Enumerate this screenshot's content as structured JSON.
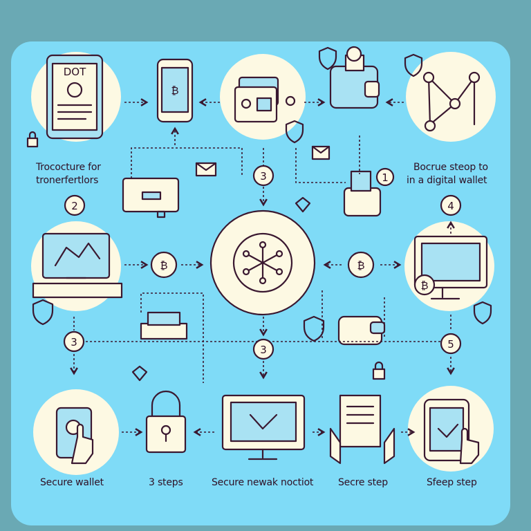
{
  "title": "Secure steps to a digital wallet",
  "labels": {
    "top_left": [
      "Trococture for",
      "tronerfertlors"
    ],
    "top_right": [
      "Bocrue steop to",
      "in a digital wallet"
    ],
    "bottom": [
      "Secure wallet",
      "3 steps",
      "Secure newak noctiot",
      "Secre step",
      "Sfeep step"
    ]
  },
  "tablet_text": "DOT",
  "steps": {
    "a": "3",
    "b": "1",
    "c": "2",
    "d": "4",
    "e": "3",
    "f": "3",
    "g": "5"
  },
  "colors": {
    "background": "#6aa9b4",
    "panel": "#7fdbf7",
    "outline": "#3a1830",
    "circle": "#fdf9e3"
  }
}
